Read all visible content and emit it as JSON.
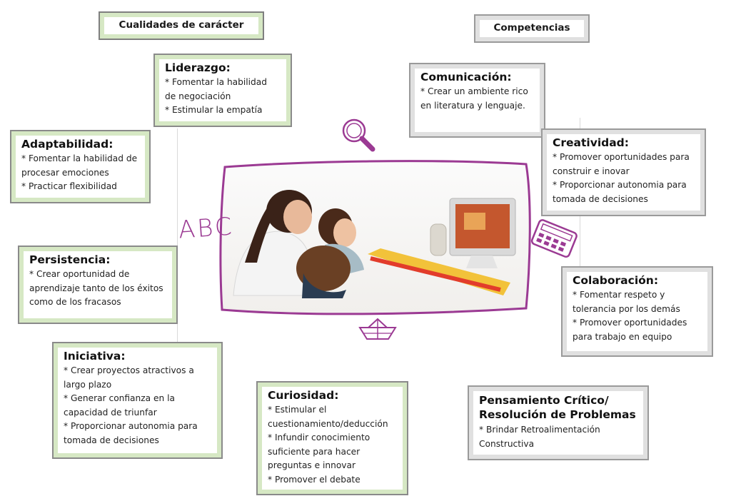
{
  "headers": {
    "left": "Cualidades de carácter",
    "right": "Competencias"
  },
  "cards": {
    "liderazgo": {
      "title": "Liderazgo:",
      "lines": [
        "* Fomentar la habilidad de negociación",
        "* Estimular la empatía"
      ]
    },
    "adaptabilidad": {
      "title": "Adaptabilidad:",
      "lines": [
        "* Fomentar la habilidad de procesar emociones",
        "* Practicar flexibilidad"
      ]
    },
    "persistencia": {
      "title": "Persistencia:",
      "lines": [
        "* Crear oportunidad de aprendizaje tanto de los éxitos como de los fracasos"
      ]
    },
    "iniciativa": {
      "title": "Iniciativa:",
      "lines": [
        "* Crear proyectos atractivos a largo plazo",
        "* Generar confianza en la capacidad de triunfar",
        "* Proporcionar autonomia para tomada de decisiones"
      ]
    },
    "curiosidad": {
      "title": "Curiosidad:",
      "lines": [
        "* Estimular el cuestionamiento/deducción",
        "* Infundir conocimiento suficiente para hacer preguntas e innovar",
        "* Promover el debate"
      ]
    },
    "comunicacion": {
      "title": "Comunicación:",
      "lines": [
        "* Crear un ambiente rico en literatura y lenguaje."
      ]
    },
    "creatividad": {
      "title": "Creatividad:",
      "lines": [
        "* Promover oportunidades para construir e inovar",
        "* Proporcionar autonomia para tomada de decisiones"
      ]
    },
    "colaboracion": {
      "title": "Colaboración:",
      "lines": [
        "* Fomentar respeto y tolerancia por los demás",
        "* Promover oportunidades para trabajo en equipo"
      ]
    },
    "pensamiento": {
      "title": "Pensamiento Crítico/ Resolución de Problemas",
      "lines": [
        "* Brindar Retroalimentación Constructiva"
      ]
    }
  },
  "doodles": {
    "abc": "ABC",
    "icons": [
      "magnifier-icon",
      "calculator-icon",
      "paper-boat-icon"
    ]
  },
  "colors": {
    "green_accent": "#d6e8c4",
    "gray_accent": "#e0e0e0",
    "doodle_purple": "#9b3a93"
  }
}
